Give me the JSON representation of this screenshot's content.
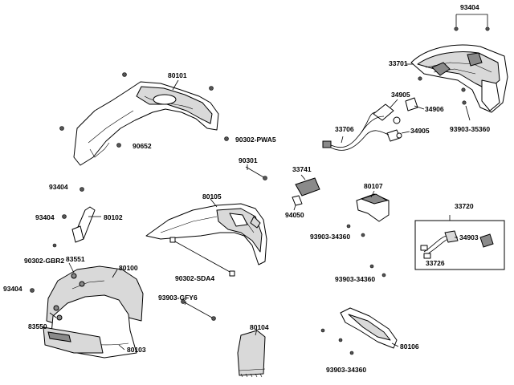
{
  "diagram": {
    "labels": {
      "p93404_top": "93404",
      "p33701": "33701",
      "p34905_a": "34905",
      "p34906": "34906",
      "p33706": "33706",
      "p34905_b": "34905",
      "p93903_35360": "93903-35360",
      "p80101": "80101",
      "p90302_pwa5": "90302-PWA5",
      "p90652": "90652",
      "p93404_a": "93404",
      "p90301": "90301",
      "p33741": "33741",
      "p80107": "80107",
      "p80105": "80105",
      "p94050": "94050",
      "p93404_b": "93404",
      "p80102": "80102",
      "p93903_34360_a": "93903-34360",
      "p33720": "33720",
      "p34903": "34903",
      "p33726": "33726",
      "p90302_gbr2": "90302-GBR2",
      "p83551": "83551",
      "p80100": "80100",
      "p93903_34360_b": "93903-34360",
      "p90302_sda4": "90302-SDA4",
      "p93404_c": "93404",
      "p93903_gfy6": "93903-GFY6",
      "p83550": "83550",
      "p80104": "80104",
      "p80103": "80103",
      "p80106": "80106",
      "p93903_34360_c": "93903-34360"
    }
  }
}
